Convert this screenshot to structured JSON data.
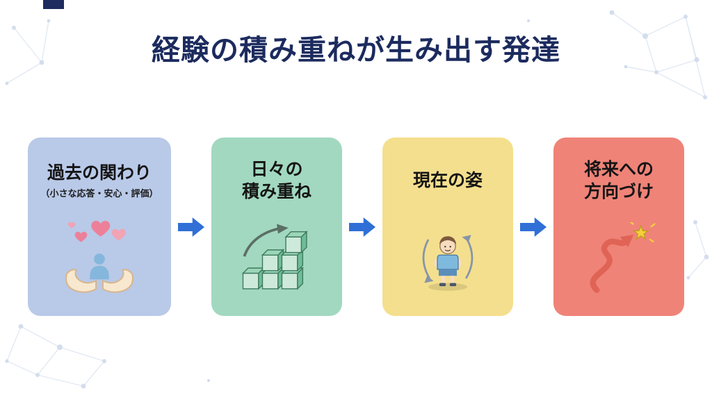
{
  "slide": {
    "title": "経験の積み重ねが生み出す発達",
    "colors": {
      "title": "#1c2b5e",
      "arrow": "#2f6fd6",
      "network_line": "#dde6f1",
      "network_dot": "#ccd8ea"
    },
    "cards": [
      {
        "id": "past-involvement",
        "line1": "過去の関わり",
        "subtitle": "（小さな応答・安心・評価）",
        "icon": "hands-holding-hearts-icon",
        "bg": "#b9c9e8"
      },
      {
        "id": "daily-accumulation",
        "line1": "日々の",
        "line2": "積み重ね",
        "icon": "stacking-blocks-icon",
        "bg": "#a2d8c0"
      },
      {
        "id": "present-state",
        "line1": "現在の姿",
        "icon": "standing-child-icon",
        "bg": "#f4df8e"
      },
      {
        "id": "future-direction",
        "line1": "将来への",
        "line2": "方向づけ",
        "icon": "rising-arrow-star-icon",
        "bg": "#ef8378"
      }
    ]
  }
}
